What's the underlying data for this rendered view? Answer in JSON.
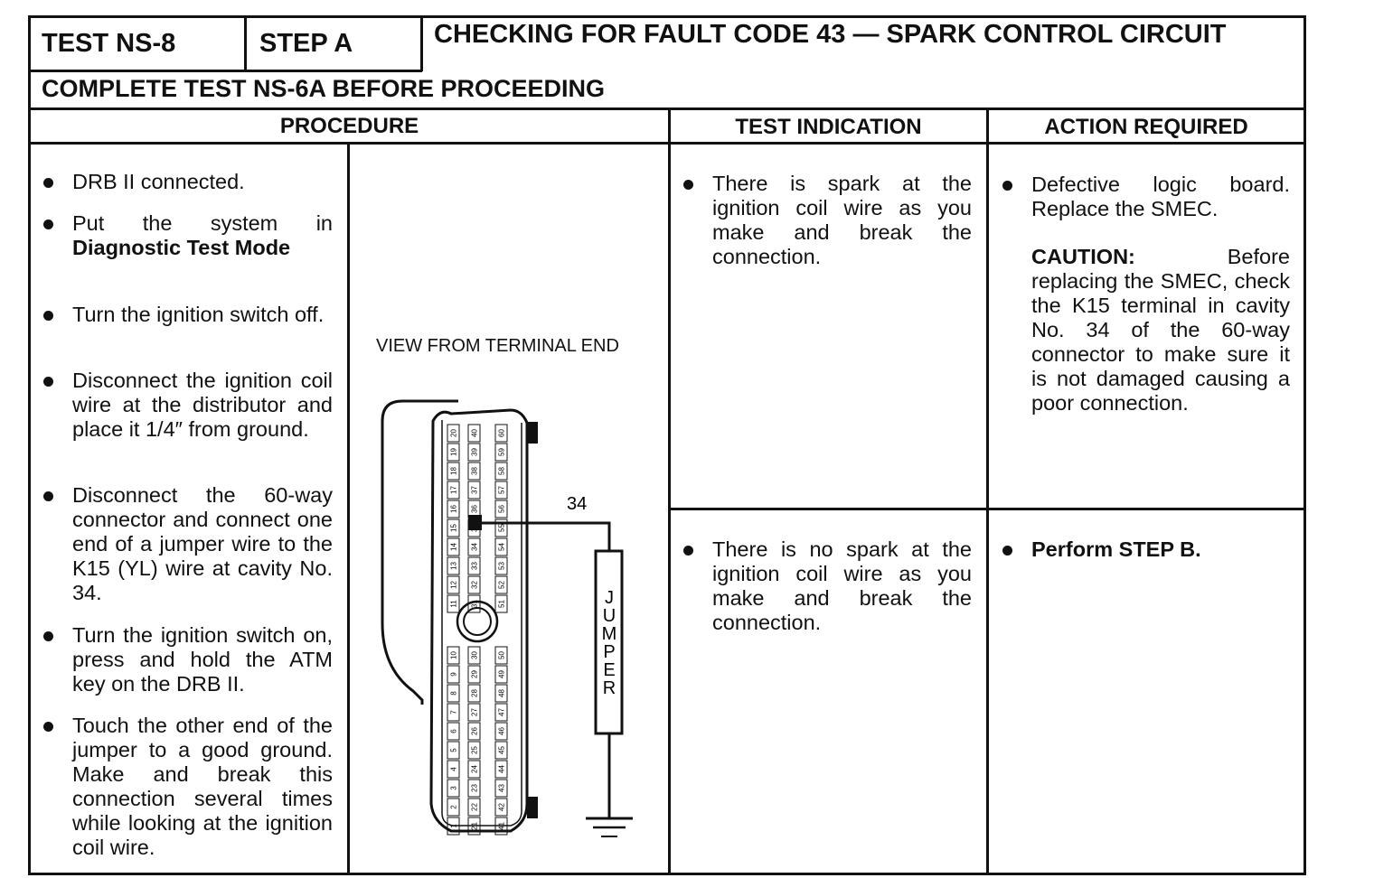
{
  "header": {
    "test_label": "TEST NS-8",
    "step_label": "STEP A",
    "title": "CHECKING FOR FAULT CODE 43 — SPARK CONTROL CIRCUIT",
    "prereq": "COMPLETE TEST NS-6A BEFORE PROCEEDING"
  },
  "columns": {
    "procedure": "PROCEDURE",
    "indication": "TEST INDICATION",
    "action": "ACTION REQUIRED"
  },
  "procedure": {
    "step1": "DRB II connected.",
    "step2_pre": "Put the system in ",
    "step2_bold": "Diagnostic Test Mode",
    "step3": "Turn the ignition switch off.",
    "step4": "Disconnect the ignition coil wire at the distributor and place it 1/4″ from ground.",
    "step5": "Disconnect the 60-way connector and connect one end of a jumper wire to the K15 (YL) wire at cavity No. 34.",
    "step6": "Turn the ignition switch on, press and hold the ATM key on the DRB II.",
    "step7": "Touch the other end of the jumper to a good ground. Make and break this connection several times while looking at the ignition coil wire."
  },
  "diagram": {
    "view_label": "VIEW FROM TERMINAL END",
    "cavity_label": "34",
    "jumper_label": "JUMPER",
    "pins_top_row1": [
      "20",
      "19",
      "18",
      "17",
      "16",
      "15",
      "14",
      "13",
      "12",
      "11"
    ],
    "pins_top_row2": [
      "40",
      "39",
      "38",
      "37",
      "36",
      "35",
      "34",
      "33",
      "32",
      "31"
    ],
    "pins_top_row3": [
      "60",
      "59",
      "58",
      "57",
      "56",
      "55",
      "54",
      "53",
      "52",
      "51"
    ],
    "pins_bot_row1": [
      "10",
      "9",
      "8",
      "7",
      "6",
      "5",
      "4",
      "3",
      "2",
      "1"
    ],
    "pins_bot_row2": [
      "30",
      "29",
      "28",
      "27",
      "26",
      "25",
      "24",
      "23",
      "22",
      "21"
    ],
    "pins_bot_row3": [
      "50",
      "49",
      "48",
      "47",
      "46",
      "45",
      "44",
      "43",
      "42",
      "41"
    ]
  },
  "indications": {
    "spark": "There is spark at the ignition coil wire as you make and break the connection.",
    "no_spark": "There is no spark at the ignition coil wire as you make and break the connection."
  },
  "actions": {
    "spark_action": "Defective logic board. Replace the SMEC.",
    "caution_label": "CAUTION:",
    "caution_text": "Before replacing the SMEC, check the K15 terminal in cavity No. 34 of the 60-way connector to make sure it is not damaged causing a poor connection.",
    "no_spark_action": "Perform STEP B."
  }
}
